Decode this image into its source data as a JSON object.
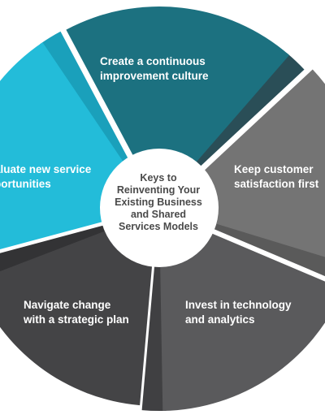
{
  "center": {
    "title": "Keys to\nReinventing Your\nExisting Business\nand Shared\nServices Models"
  },
  "segments": [
    {
      "label": "Create a continuous\nimprovement culture",
      "color": "#1c7180",
      "shadow": "#2a4e57"
    },
    {
      "label": "Keep customer\nsatisfaction first",
      "color": "#747474",
      "shadow": "#5a5a5a"
    },
    {
      "label": "Invest in technology\nand analytics",
      "color": "#5a5a5c",
      "shadow": "#404042"
    },
    {
      "label": "Navigate change\nwith a strategic plan",
      "color": "#444446",
      "shadow": "#333335"
    },
    {
      "label": "aluate new service\nportunities",
      "color": "#23bcd9",
      "shadow": "#1aa0bb"
    }
  ]
}
